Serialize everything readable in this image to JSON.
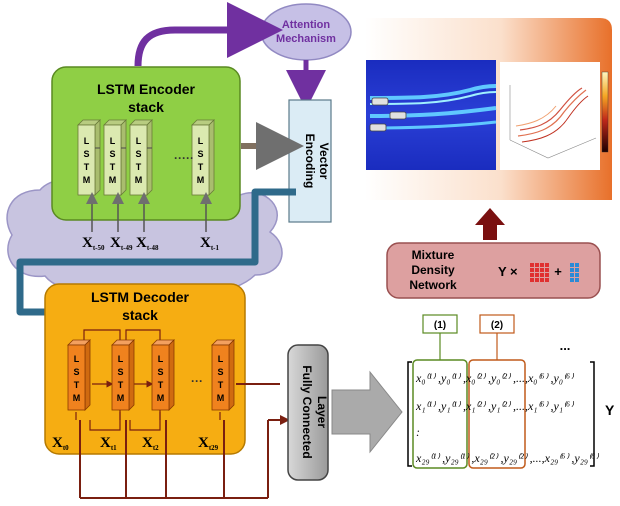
{
  "attention": {
    "line1": "Attention",
    "line2": "Mechanism"
  },
  "encoder": {
    "title_line1": "LSTM Encoder",
    "title_line2": "stack",
    "cell_letters": [
      "L",
      "S",
      "T",
      "M"
    ],
    "ellipsis": "·····",
    "inputs": [
      {
        "base": "X",
        "sub": "t-50"
      },
      {
        "base": "X",
        "sub": "t-49"
      },
      {
        "base": "X",
        "sub": "t-48"
      },
      {
        "base": "X",
        "sub": "t-1"
      }
    ]
  },
  "encoding_vector": {
    "line1": "Encoding",
    "line2": "Vector"
  },
  "decoder": {
    "title_line1": "LSTM Decoder",
    "title_line2": "stack",
    "cell_letters": [
      "L",
      "S",
      "T",
      "M"
    ],
    "ellipsis": "···",
    "inputs": [
      {
        "base": "X",
        "sub": "t0"
      },
      {
        "base": "X",
        "sub": "t1"
      },
      {
        "base": "X",
        "sub": "t2"
      },
      {
        "base": "X",
        "sub": "t29"
      }
    ]
  },
  "fc_layer": {
    "line1": "Fully Connected",
    "line2": "Layer"
  },
  "mdn": {
    "line1": "Mixture",
    "line2": "Density",
    "line3": "Network",
    "formula_prefix": "Y ×",
    "plus": "+"
  },
  "output_matrix": {
    "label": "Y",
    "column_tags": [
      "(1)",
      "(2)"
    ],
    "top_ellipsis": "...",
    "rows": [
      "x₀⁽¹⁾ ,y₀⁽¹⁾ ,x₀⁽²⁾ ,y₀⁽²⁾ ,...,x₀⁽⁶⁾ ,y₀⁽⁶⁾",
      "x₁⁽¹⁾ ,y₁⁽¹⁾ ,x₁⁽²⁾ ,y₁⁽²⁾ ,...,x₁⁽⁶⁾ ,y₁⁽⁶⁾",
      ":",
      "x₂₉⁽¹⁾ ,y₂₉⁽¹⁾ ,x₂₉⁽²⁾ ,y₂₉⁽²⁾ ,...,x₂₉⁽⁶⁾ ,y₂₉⁽⁶⁾"
    ]
  },
  "colors": {
    "encoder_fill": "#8fcf45",
    "decoder_fill": "#f6ad12",
    "cloud_fill": "#c8c4e0",
    "attention_fill": "#c6c0e6",
    "vector_fill": "#dbecf5",
    "cell_encoder": "#dbe9b0",
    "cell_decoder": "#f0821e",
    "arrow_purple": "#7030a0",
    "arrow_teal": "#2f6a8a",
    "arrow_brown": "#7a1f10",
    "mdn_fill": "#dda0a0",
    "output_banner": "#e8702a"
  }
}
